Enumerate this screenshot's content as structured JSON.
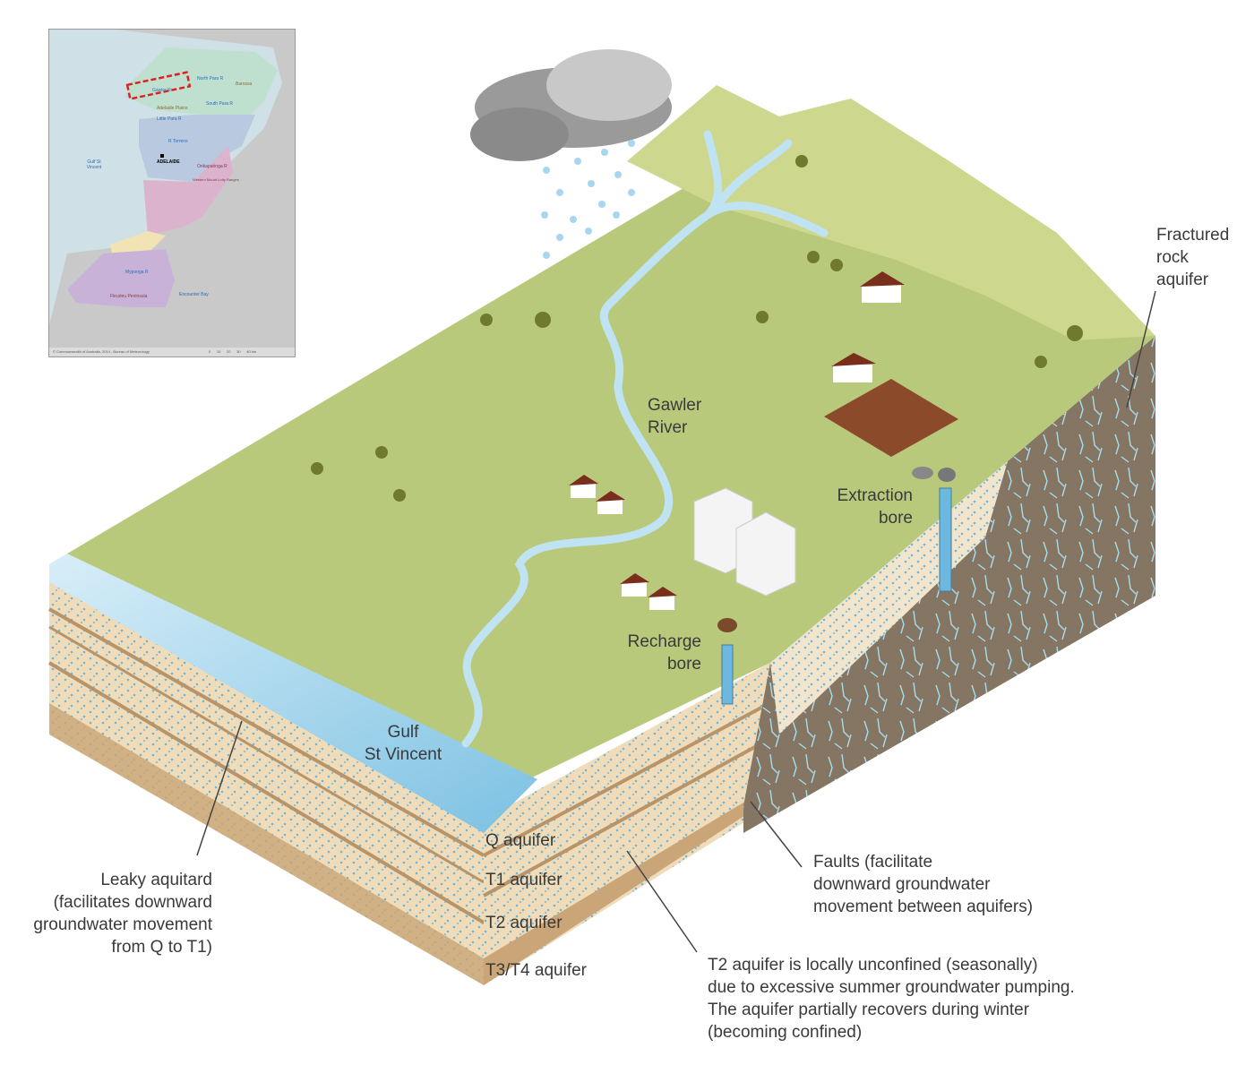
{
  "labels": {
    "fractured_rock": "Fractured\nrock\naquifer",
    "gawler_river": "Gawler\nRiver",
    "extraction_bore": "Extraction\nbore",
    "recharge_bore": "Recharge\nbore",
    "gulf": "Gulf\nSt Vincent",
    "q_aquifer": "Q aquifer",
    "t1_aquifer": "T1 aquifer",
    "t2_aquifer": "T2 aquifer",
    "t34_aquifer": "T3/T4 aquifer",
    "leaky_aquitard": "Leaky aquitard\n(facilitates downward\ngroundwater movement\nfrom Q to T1)",
    "faults": "Faults (facilitate\ndownward groundwater\nmovement between aquifers)",
    "t2_note": "T2 aquifer is locally unconfined (seasonally)\ndue to excessive summer groundwater pumping.\nThe aquifer partially recovers during winter\n(becoming confined)"
  },
  "inset_map": {
    "places": [
      "Gawler R",
      "North Para R",
      "South Para R",
      "Barossa",
      "Adelaide Plains",
      "Little Para R",
      "R Torrens",
      "ADELAIDE",
      "Onkaparinga R",
      "Western Mount Lofty Ranges",
      "Gulf St Vincent",
      "Myponga R",
      "Fleurieu Peninsula",
      "Encounter Bay"
    ],
    "footer": "© Commonwealth of Australia, 2014 - Bureau of Meteorology",
    "scale": [
      "0",
      "10",
      "20",
      "30",
      "40",
      "km"
    ]
  },
  "colors": {
    "plain": "#b9c97c",
    "hill": "#cdd88e",
    "sea": "#a8d4ea",
    "sand": "#efd7b0",
    "rock": "#8a7a68",
    "water": "#6cb8e0"
  }
}
